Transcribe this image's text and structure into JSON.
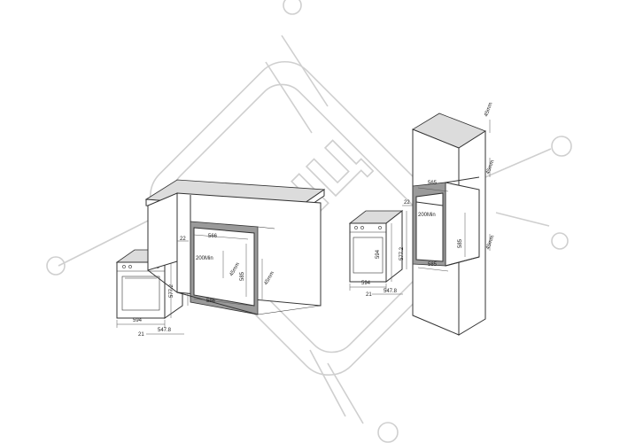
{
  "watermark": {
    "text": "КНЦ"
  },
  "freestanding_oven": {
    "width": "594",
    "height": "577.2",
    "depth": "547.8",
    "door": "21"
  },
  "undercounter": {
    "niche_width": "566",
    "niche_width_bottom": "586",
    "min_height": "200Min",
    "vent_top": "45mm",
    "vent_bottom": "45mm",
    "niche_height": "585",
    "left_offset": "22"
  },
  "oven_middle": {
    "height": "577.2",
    "height_inner": "594",
    "width": "594",
    "depth": "547.8",
    "door": "21"
  },
  "column": {
    "vent_top": "45mm",
    "niche_width": "565",
    "left_offset": "22",
    "min_height": "200Min",
    "vent_mid": "45mm",
    "niche_height": "585",
    "vent_low": "45mm",
    "niche_width_bottom": "585"
  }
}
